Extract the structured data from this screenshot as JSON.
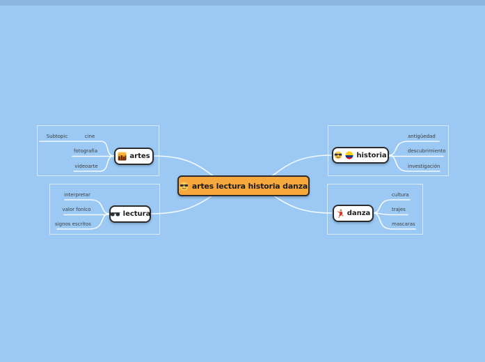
{
  "canvas": {
    "background_color": "#9cc9f3",
    "connector_color": "#ffffff",
    "group_border_color": "rgba(255,255,255,0.62)"
  },
  "theme": {
    "root_fill_color": "#f7a83c",
    "node_border_color": "#2b2b2b",
    "branch_fill_color": "#ffffff",
    "subtopic_text_color": "#3c3c3c"
  },
  "root": {
    "label": "artes lectura historia danza",
    "icon": "sunglasses-face-icon"
  },
  "branches": [
    {
      "label": "artes",
      "icons": [
        "sunset-art-icon"
      ],
      "children": [
        {
          "label": "cine",
          "children": [
            {
              "label": "Subtopic"
            }
          ]
        },
        {
          "label": "fotografía",
          "children": []
        },
        {
          "label": "videoarte",
          "children": []
        }
      ]
    },
    {
      "label": "historia",
      "icons": [
        "sunglasses-face-icon",
        "colombia-flag-icon"
      ],
      "children": [
        {
          "label": "antigüedad",
          "children": []
        },
        {
          "label": "descubrimiento",
          "children": []
        },
        {
          "label": "investigación",
          "children": []
        }
      ]
    },
    {
      "label": "lectura",
      "icons": [
        "dark-sunglasses-icon"
      ],
      "children": [
        {
          "label": "interpretar",
          "children": []
        },
        {
          "label": "valor fonico",
          "children": []
        },
        {
          "label": "signos escritos",
          "children": []
        }
      ]
    },
    {
      "label": "danza",
      "icons": [
        "dancer-icon"
      ],
      "children": [
        {
          "label": "cultura",
          "children": []
        },
        {
          "label": "trajes",
          "children": []
        },
        {
          "label": "mascaras",
          "children": []
        }
      ]
    }
  ]
}
